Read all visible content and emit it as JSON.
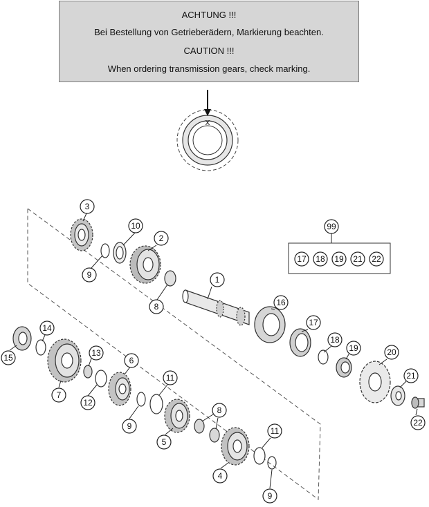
{
  "notice": {
    "line1": "ACHTUNG !!!",
    "line2": "Bei Bestellung von Getrieberädern, Markierung beachten.",
    "line3": "CAUTION !!!",
    "line4": "When ordering transmission gears, check marking."
  },
  "marking_gear": {
    "mark": "X"
  },
  "kit": {
    "number": "99",
    "contents": [
      "17",
      "18",
      "19",
      "21",
      "22"
    ]
  },
  "callouts": {
    "c1": "1",
    "c2": "2",
    "c3": "3",
    "c4": "4",
    "c5": "5",
    "c6": "6",
    "c7": "7",
    "c8a": "8",
    "c8b": "8",
    "c9a": "9",
    "c9b": "9",
    "c9c": "9",
    "c10": "10",
    "c11a": "11",
    "c11b": "11",
    "c12": "12",
    "c13": "13",
    "c14": "14",
    "c15": "15",
    "c16": "16",
    "c17": "17",
    "c18": "18",
    "c19": "19",
    "c20": "20",
    "c21": "21",
    "c22": "22"
  },
  "colors": {
    "line": "#222222",
    "part_fill": "#e2e2e2",
    "part_dark": "#9a9a9a",
    "notice_bg": "#d6d6d6"
  }
}
